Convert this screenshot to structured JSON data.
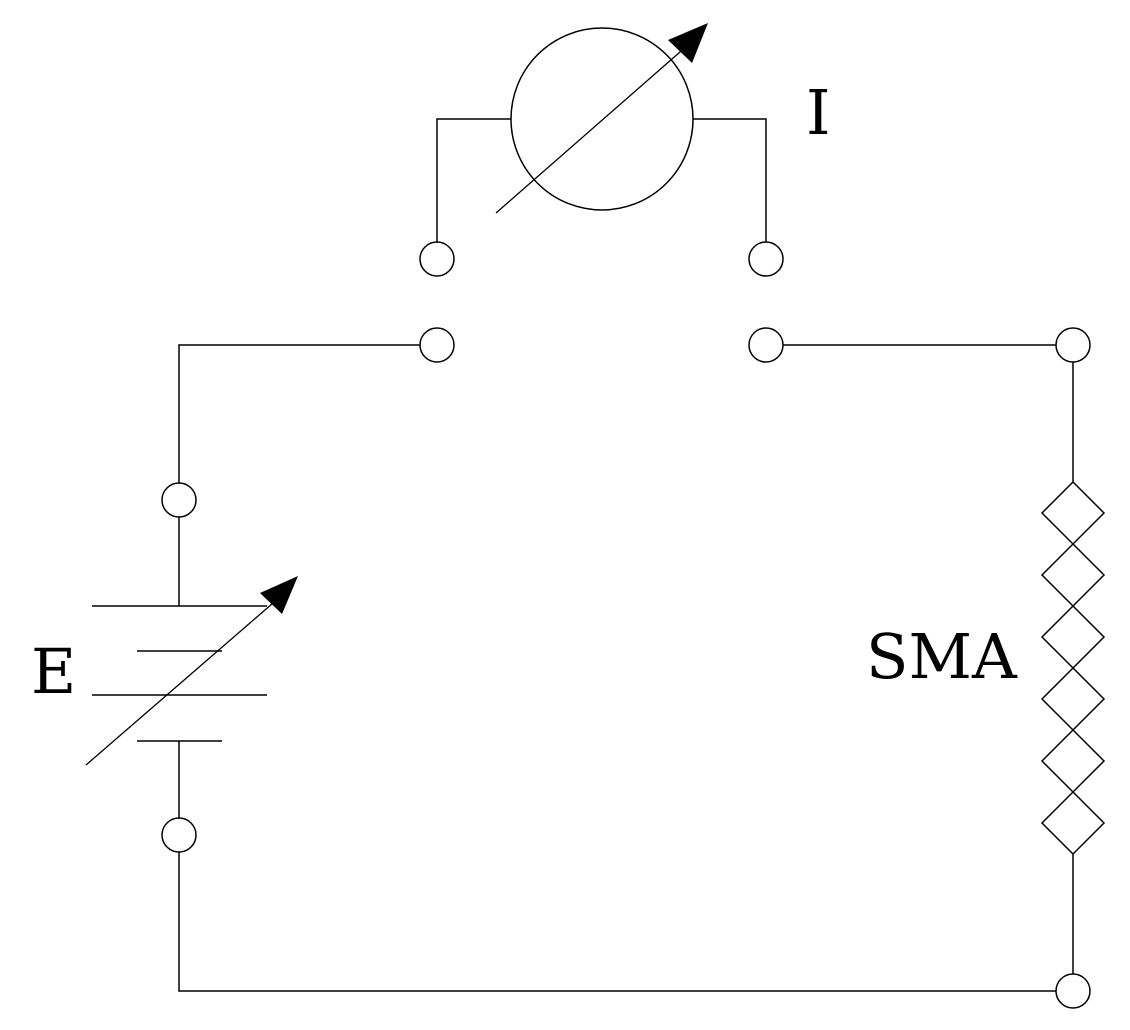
{
  "diagram": {
    "ammeter_label": "I",
    "source_label": "E",
    "load_label": "SMA"
  }
}
